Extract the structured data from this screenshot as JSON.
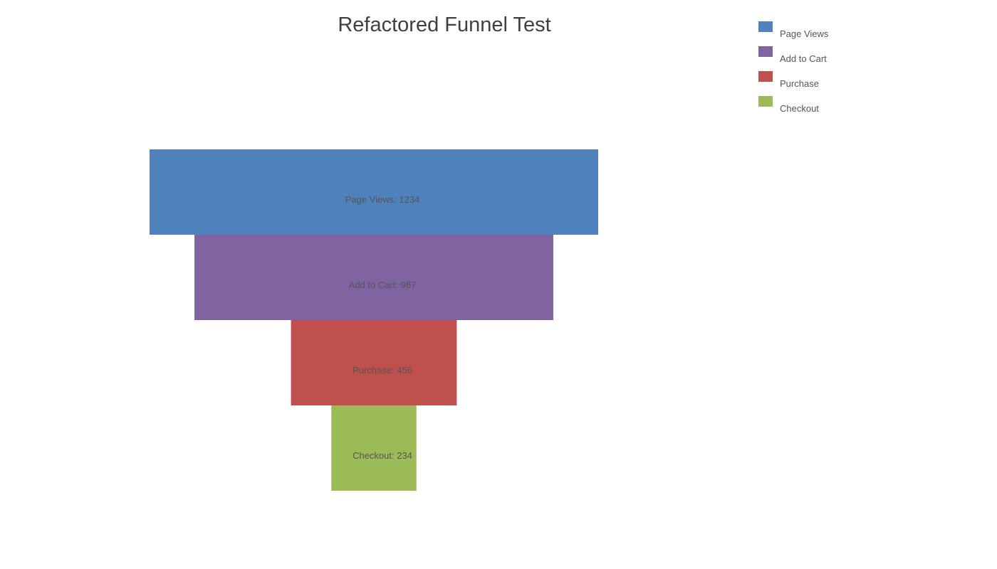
{
  "chart_data": {
    "type": "funnel",
    "title": "Refactored Funnel Test",
    "stages": [
      {
        "name": "Page Views",
        "value": 1234,
        "color": "#4f81bd"
      },
      {
        "name": "Add to Cart",
        "value": 987,
        "color": "#8064a2"
      },
      {
        "name": "Purchase",
        "value": 456,
        "color": "#c0504d"
      },
      {
        "name": "Checkout",
        "value": 234,
        "color": "#9bbb59"
      }
    ],
    "legend": {
      "position": "top-right",
      "entries": [
        "Page Views",
        "Add to Cart",
        "Purchase",
        "Checkout"
      ]
    }
  }
}
